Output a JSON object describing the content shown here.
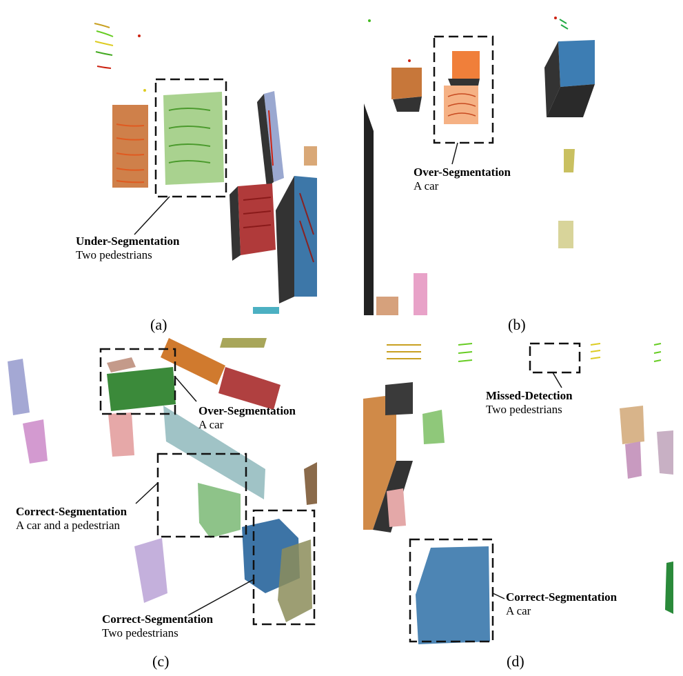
{
  "panels": {
    "a": {
      "letter": "(a)",
      "title": "Under-Segmentation",
      "subtitle": "Two pedestrians"
    },
    "b": {
      "letter": "(b)",
      "title": "Over-Segmentation",
      "subtitle": "A car"
    },
    "c": {
      "letter": "(c)",
      "annotations": [
        {
          "title": "Over-Segmentation",
          "subtitle": "A car"
        },
        {
          "title": "Correct-Segmentation",
          "subtitle": "A car and a pedestrian"
        },
        {
          "title": "Correct-Segmentation",
          "subtitle": "Two pedestrians"
        }
      ]
    },
    "d": {
      "letter": "(d)",
      "annotations": [
        {
          "title": "Missed-Detection",
          "subtitle": "Two pedestrians"
        },
        {
          "title": "Correct-Segmentation",
          "subtitle": "A car"
        }
      ]
    }
  }
}
